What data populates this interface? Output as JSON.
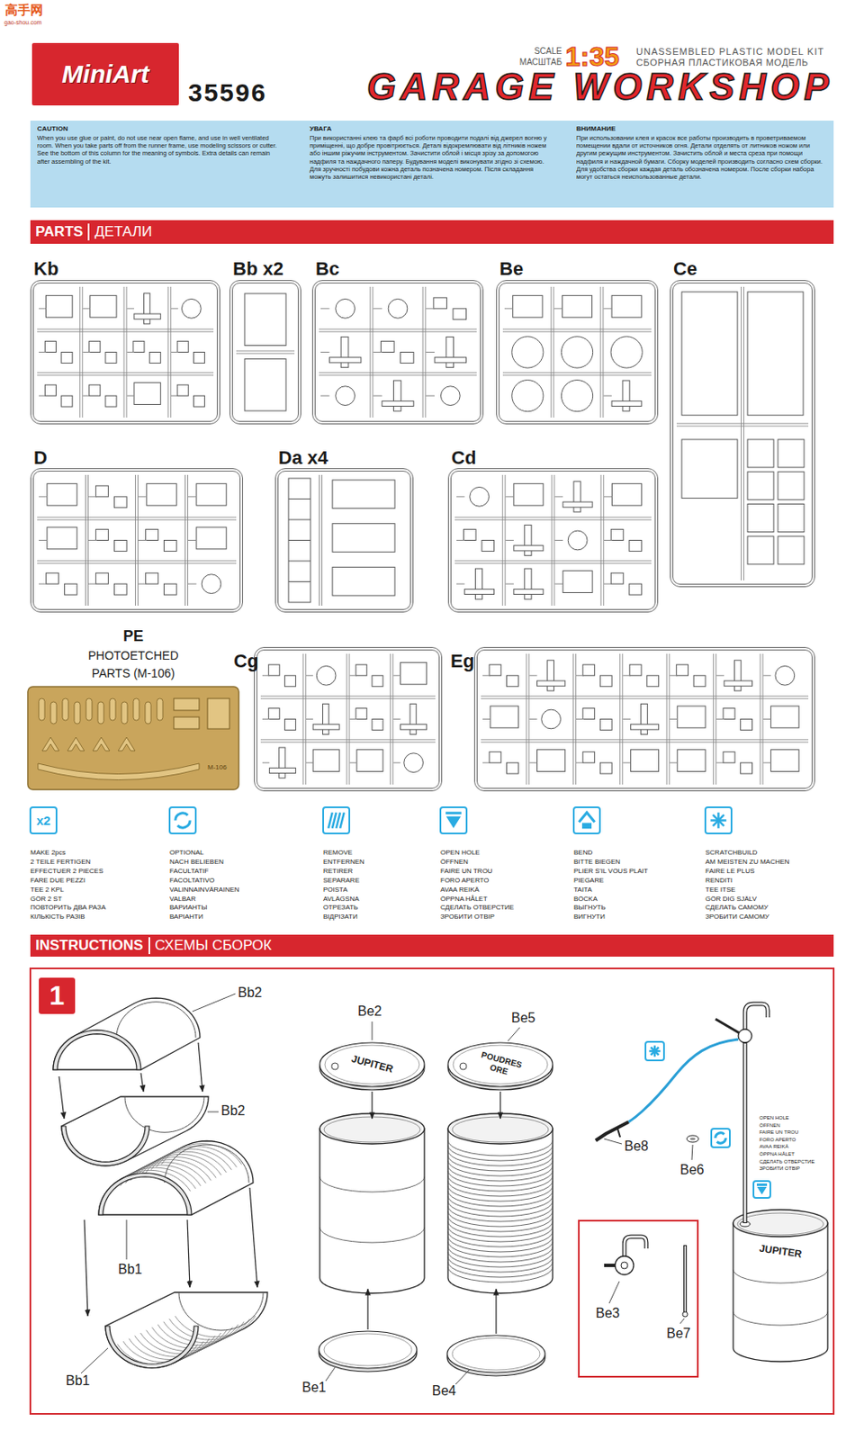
{
  "diagram": {
    "title": "GARAGE WORKSHOP",
    "nodes": [
      {
        "text": [
          "MiniArt"
        ]
      },
      {
        "text": [
          "CAUTION",
          "When you use glue or paint, do not use near open flame, and use in well ventilated room. When you take parts off from the runner frame, use modeling scissors or cutter. See the bottom of this column for the meaning of symbols. Extra details can remain after assembling of the kit.",
          "УВАГА",
          "При використанні клею та фарб всі роботи проводити подалі від джерел вогню у приміщенні, що добре провітрюється. Деталі відокремлювати від літників ножем або іншим ріжучим інструментом. Зачистити облой і місця зрізу за допомогою надфиля та наждачного паперу. Будування моделі виконувати згідно зі схемою. Для зручності побудови кожна деталь позначена номером. Після складання можуть залишитися невикористані деталі.",
          "ВНИМАНИЕ",
          "При использовании клея и красок все работы производить в проветриваемом помещении вдали от источников огня. Детали отделять от литников ножом или другим режущим инструментом. Зачистить облой и места среза при помощи надфиля и наждачной бумаги. Сборку моделей производить согласно схем сборки. Для удобства сборки каждая деталь обозначена номером. После сборки набора могут остаться неиспользованные детали."
        ]
      },
      {
        "text": [
          "PARTS",
          "ДЕТАЛИ"
        ]
      },
      {
        "text": [
          "Kb"
        ]
      },
      {
        "text": [
          "Bb x2"
        ]
      },
      {
        "text": [
          "Bc"
        ]
      },
      {
        "text": [
          "Be"
        ]
      },
      {
        "text": [
          "Ce"
        ]
      },
      {
        "text": [
          "D"
        ]
      },
      {
        "text": [
          "Da x4"
        ]
      },
      {
        "text": [
          "Cd"
        ]
      },
      {
        "text": [
          "PE",
          "PHOTOETCHED PARTS (M-106)"
        ]
      },
      {
        "text": [
          "Cg"
        ]
      },
      {
        "text": [
          "Eg"
        ]
      },
      {
        "text": [
          "INSTRUCTIONS",
          "СХЕМЫ СБОРОК"
        ]
      },
      {
        "text": [
          "1"
        ]
      }
    ],
    "labels": [
      "高手网",
      "gao-shou.com",
      "35596",
      "SCALE",
      "МАСШТАБ",
      "1:35",
      "UNASSEMBLED PLASTIC MODEL KIT",
      "СБОРНАЯ ПЛАСТИКОВАЯ МОДЕЛЬ",
      "M-106",
      "x2",
      "MAKE 2pcs",
      "2 TEILE FERTIGEN",
      "EFFECTUER 2 PIECES",
      "FARE DUE PEZZI",
      "TEE 2 KPL",
      "GÖR 2 ST",
      "ПОВТОРИТЬ ДВА РАЗА",
      "КІЛЬКІСТЬ РАЗІВ",
      "OPTIONAL",
      "NACH BELIEBEN",
      "FACULTATIF",
      "FACOLTATIVO",
      "VALINNAINVÄRAINEN",
      "VALBAR",
      "ВАРИАНТЫ",
      "ВАРІАНТИ",
      "REMOVE",
      "ENTFERNEN",
      "RETIRER",
      "SEPARARE",
      "POISTA",
      "AVLÄGSNA",
      "ОТРЕЗАТЬ",
      "ВІДРІЗАТИ",
      "OPEN HOLE",
      "ÖFFNEN",
      "FAIRE UN TROU",
      "FORO APERTO",
      "AVAA REIKÄ",
      "ÖPPNA HÅLET",
      "СДЕЛАТЬ ОТВЕРСТИЕ",
      "ЗРОБИТИ ОТВІР",
      "BEND",
      "BITTE BIEGEN",
      "PLIER S'IL VOUS PLAIT",
      "PIEGARE",
      "TAITA",
      "BÖCKA",
      "ВЫГНУТЬ",
      "ВИГНУТИ",
      "SCRATCHBUILD",
      "AM MEISTEN ZU MACHEN",
      "FAIRE LE PLUS",
      "RENDITI",
      "TEE ITSE",
      "GÖR DIG SJÄLV",
      "СДЕЛАТЬ САМОМУ",
      "ЗРОБИТИ САМОМУ",
      "Bb2",
      "Bb2",
      "Bb1",
      "Bb1",
      "Be2",
      "Be5",
      "Be1",
      "Be4",
      "Be8",
      "Be6",
      "Be3",
      "Be7",
      "JUPITER",
      "POUDRES ORE",
      "JUPITER",
      "OPEN HOLE",
      "ÖFFNEN",
      "FAIRE UN TROU",
      "FORO APERTO",
      "AVAA REIKÄ",
      "ÖPPNA HÅLET",
      "СДЕЛАТЬ ОТВЕРСТИЕ",
      "ЗРОБИТИ ОТВІР"
    ]
  }
}
